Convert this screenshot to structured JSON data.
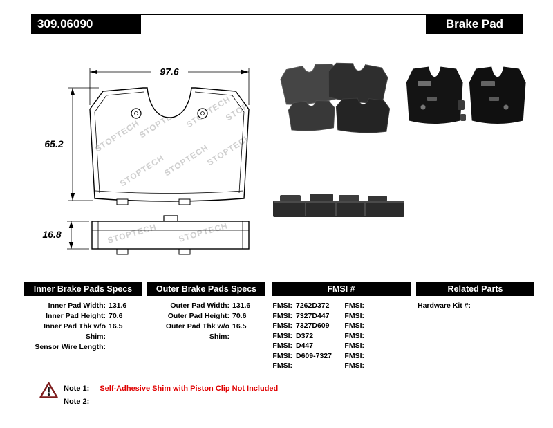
{
  "header": {
    "part_number": "309.06090",
    "product_title": "Brake Pad"
  },
  "drawing": {
    "width": "97.6",
    "height": "65.2",
    "thickness": "16.8",
    "watermark": "STOPTECH"
  },
  "specs": {
    "inner": {
      "title": "Inner Brake Pads Specs",
      "rows": [
        {
          "label": "Inner Pad Width:",
          "value": "131.6"
        },
        {
          "label": "Inner Pad Height:",
          "value": "70.6"
        },
        {
          "label": "Inner Pad Thk w/o Shim:",
          "value": "16.5"
        },
        {
          "label": "Sensor Wire Length:",
          "value": ""
        }
      ]
    },
    "outer": {
      "title": "Outer Brake Pads Specs",
      "rows": [
        {
          "label": "Outer Pad Width:",
          "value": "131.6"
        },
        {
          "label": "Outer Pad Height:",
          "value": "70.6"
        },
        {
          "label": "Outer Pad Thk w/o Shim:",
          "value": "16.5"
        }
      ]
    },
    "fmsi": {
      "title": "FMSI #",
      "rows": [
        {
          "label": "FMSI:",
          "value": "7262D372",
          "label2": "FMSI:",
          "value2": ""
        },
        {
          "label": "FMSI:",
          "value": "7327D447",
          "label2": "FMSI:",
          "value2": ""
        },
        {
          "label": "FMSI:",
          "value": "7327D609",
          "label2": "FMSI:",
          "value2": ""
        },
        {
          "label": "FMSI:",
          "value": "D372",
          "label2": "FMSI:",
          "value2": ""
        },
        {
          "label": "FMSI:",
          "value": "D447",
          "label2": "FMSI:",
          "value2": ""
        },
        {
          "label": "FMSI:",
          "value": "D609-7327",
          "label2": "FMSI:",
          "value2": ""
        },
        {
          "label": "FMSI:",
          "value": "",
          "label2": "FMSI:",
          "value2": ""
        }
      ]
    },
    "related": {
      "title": "Related Parts",
      "rows": [
        {
          "label": "Hardware Kit #:",
          "value": ""
        }
      ]
    }
  },
  "notes": {
    "note1_label": "Note 1:",
    "note1_text": "Self-Adhesive Shim with Piston Clip Not Included",
    "note2_label": "Note 2:",
    "note2_text": ""
  }
}
